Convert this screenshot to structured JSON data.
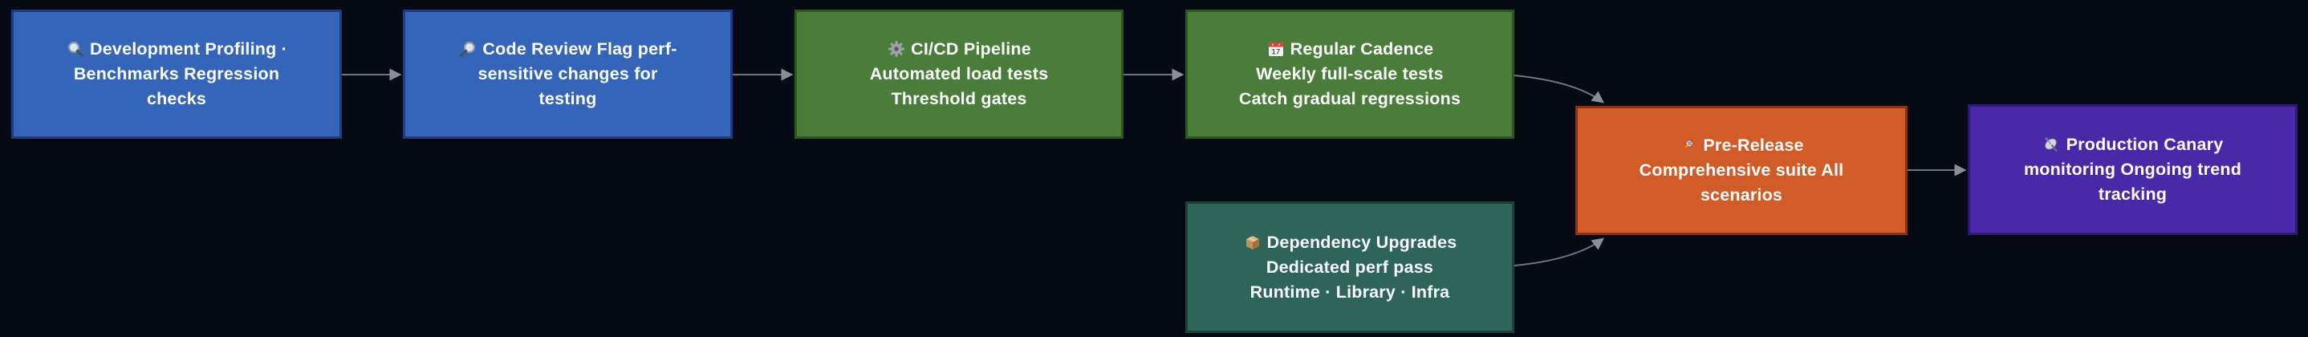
{
  "diagram": {
    "type": "flowchart",
    "direction": "left-to-right",
    "background": "#050a14",
    "text_color": "#ffffff",
    "edge_color": "#71757c",
    "arrowhead_color": "#8a8e96",
    "palette": {
      "blue_fill": "#3465b8",
      "blue_border": "#1f3c7c",
      "green_fill": "#4a7d3a",
      "green_border": "#2d5520",
      "teal_fill": "#2d6559",
      "teal_border": "#1c4038",
      "orange_fill": "#d25c28",
      "orange_border": "#8a3116",
      "purple_fill": "#4a29a8",
      "purple_border": "#2c1a74"
    },
    "nodes": [
      {
        "id": "development-profiling",
        "icon": "magnifier-left-icon",
        "color": "blue",
        "label": "Development Profiling ·\nBenchmarks Regression\nchecks"
      },
      {
        "id": "code-review",
        "icon": "magnifier-right-icon",
        "color": "blue",
        "label": "Code Review Flag perf-\nsensitive changes for\ntesting"
      },
      {
        "id": "cicd-pipeline",
        "icon": "gear-icon",
        "color": "green",
        "label": "CI/CD Pipeline\nAutomated load tests\nThreshold gates"
      },
      {
        "id": "regular-cadence",
        "icon": "calendar-icon",
        "color": "green",
        "label": "Regular Cadence\nWeekly full-scale tests\nCatch gradual regressions"
      },
      {
        "id": "dependency-upgrades",
        "icon": "package-icon",
        "color": "teal",
        "label": "Dependency Upgrades\nDedicated perf pass\nRuntime · Library · Infra"
      },
      {
        "id": "pre-release",
        "icon": "rocket-icon",
        "color": "orange",
        "label": "Pre-Release\nComprehensive suite All\nscenarios"
      },
      {
        "id": "production-canary",
        "icon": "satellite-antenna-icon",
        "color": "purple",
        "label": "Production Canary\nmonitoring Ongoing trend\ntracking"
      }
    ],
    "calendar_icon_day": "17",
    "edges": [
      {
        "from": "development-profiling",
        "to": "code-review"
      },
      {
        "from": "code-review",
        "to": "cicd-pipeline"
      },
      {
        "from": "cicd-pipeline",
        "to": "regular-cadence"
      },
      {
        "from": "regular-cadence",
        "to": "pre-release"
      },
      {
        "from": "dependency-upgrades",
        "to": "pre-release"
      },
      {
        "from": "pre-release",
        "to": "production-canary"
      }
    ]
  }
}
